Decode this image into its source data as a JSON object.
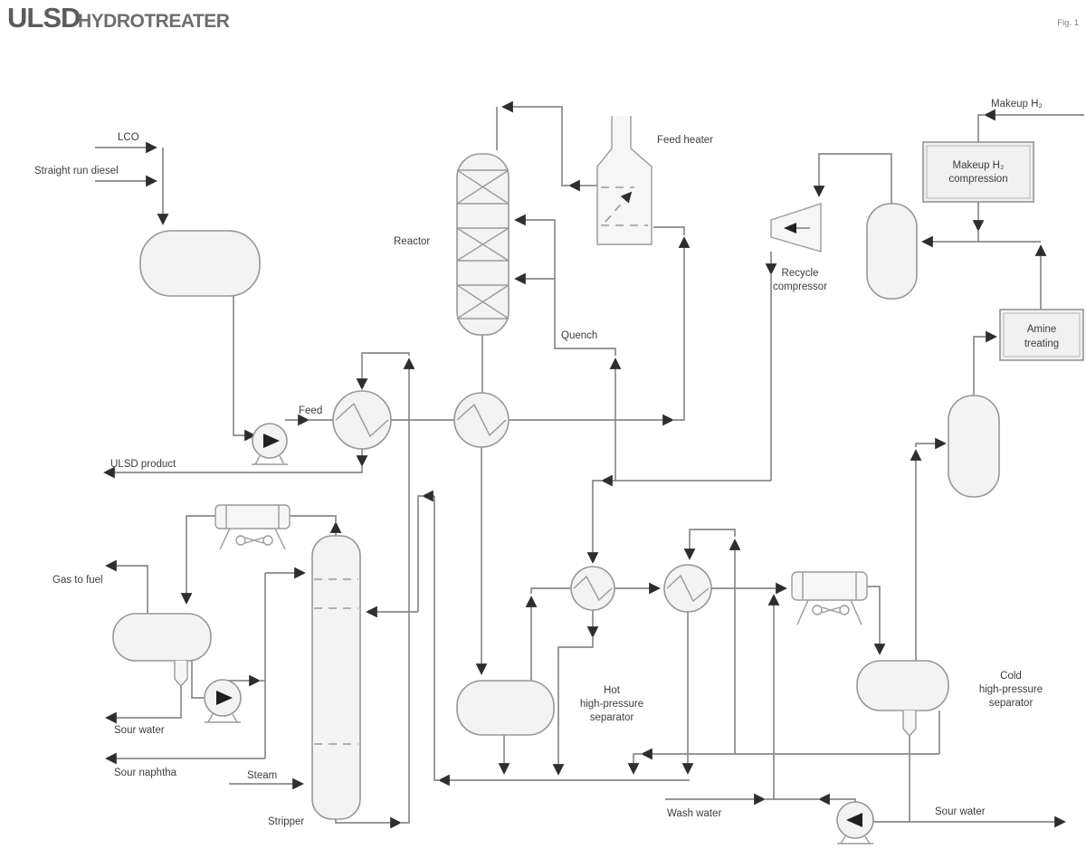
{
  "header": {
    "title": "ULSD",
    "subtitle": "HYDROTREATER",
    "figure": "Fig. 1"
  },
  "streams": {
    "lco": "LCO",
    "straight_run_diesel": "Straight run diesel",
    "feed": "Feed",
    "ulsd_product": "ULSD product",
    "gas_to_fuel": "Gas to fuel",
    "sour_water_left": "Sour water",
    "sour_naphtha": "Sour naphtha",
    "steam": "Steam",
    "quench": "Quench",
    "makeup_h2": "Makeup H₂",
    "wash_water": "Wash water",
    "sour_water_right": "Sour water"
  },
  "equipment": {
    "reactor": "Reactor",
    "feed_heater": "Feed heater",
    "stripper": "Stripper",
    "recycle_compressor": [
      "Recycle",
      "compressor"
    ],
    "makeup_h2_compression": [
      "Makeup H₂",
      "compression"
    ],
    "amine_treating": [
      "Amine",
      "treating"
    ],
    "hot_separator": [
      "Hot",
      "high-pressure",
      "separator"
    ],
    "cold_separator": [
      "Cold",
      "high-pressure",
      "separator"
    ]
  },
  "colors": {
    "line": "#8a8a8a",
    "label": "#3d3d3d",
    "vessel_fill": "#f3f3f3",
    "vessel_stroke": "#979797"
  }
}
